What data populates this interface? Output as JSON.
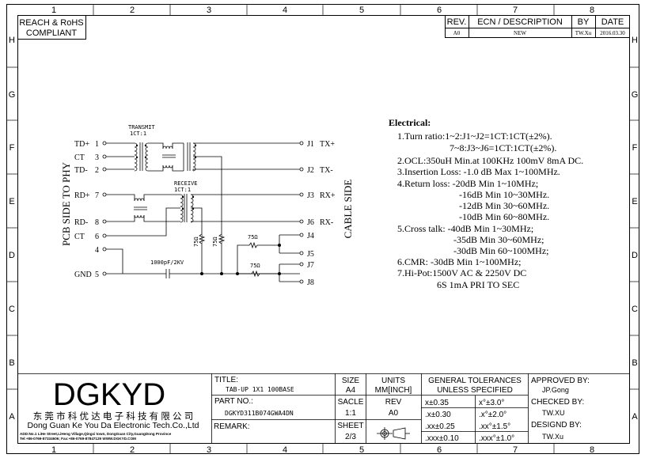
{
  "frame": {
    "columns": [
      "1",
      "2",
      "3",
      "4",
      "5",
      "6",
      "7",
      "8"
    ],
    "rows": [
      "H",
      "G",
      "F",
      "E",
      "D",
      "C",
      "B",
      "A"
    ]
  },
  "compliance": {
    "line1": "REACH & RoHS",
    "line2": "COMPLIANT"
  },
  "revision_table": {
    "headers": [
      "REV.",
      "ECN / DESCRIPTION",
      "BY",
      "DATE"
    ],
    "rows": [
      [
        "A0",
        "NEW",
        "TW.Xu",
        "2016.03.30"
      ]
    ]
  },
  "schematic": {
    "transmit_label": "TRANSMIT",
    "transmit_ratio": "1CT:1",
    "receive_label": "RECEIVE",
    "receive_ratio": "1CT:1",
    "pcb_side": "PCB SIDE TO PHY",
    "cable_side": "CABLE SIDE",
    "left_pins": [
      {
        "name": "TD+",
        "num": "1"
      },
      {
        "name": "CT",
        "num": "3"
      },
      {
        "name": "TD-",
        "num": "2"
      },
      {
        "name": "RD+",
        "num": "7"
      },
      {
        "name": "RD-",
        "num": "8"
      },
      {
        "name": "CT",
        "num": "6"
      },
      {
        "name": "",
        "num": "4"
      },
      {
        "name": "GND",
        "num": "5"
      }
    ],
    "right_pins": [
      {
        "name": "J1",
        "sig": "TX+"
      },
      {
        "name": "J2",
        "sig": "TX-"
      },
      {
        "name": "J3",
        "sig": "RX+"
      },
      {
        "name": "J6",
        "sig": "RX-"
      },
      {
        "name": "J4",
        "sig": ""
      },
      {
        "name": "J5",
        "sig": ""
      },
      {
        "name": "J7",
        "sig": ""
      },
      {
        "name": "J8",
        "sig": ""
      }
    ],
    "resistor": "75Ω",
    "capacitor": "1000pF/2KV"
  },
  "electrical": {
    "title": "Electrical:",
    "lines": [
      "1.Turn ratio:1~2:J1~J2=1CT:1CT(±2%).",
      "7~8:J3~J6=1CT:1CT(±2%).",
      "2.OCL:350uH Min.at 100KHz 100mV 8mA DC.",
      "3.Insertion Loss: -1.0 dB Max 1~100MHz.",
      "4.Return loss: -20dB Min 1~10MHz;",
      "-16dB Min 10~30MHz.",
      "-12dB Min 30~60MHz.",
      "-10dB Min 60~80MHz.",
      "5.Cross talk: -40dB Min 1~30MHz;",
      "-35dB Min 30~60MHz;",
      "-30dB Min 60~100MHz;",
      "6.CMR: -30dB Min 1~100MHz;",
      "7.Hi-Pot:1500V AC & 2250V DC",
      "6S 1mA PRI TO SEC"
    ]
  },
  "title_block": {
    "logo": "DGKYD",
    "company_cn": "东 莞 市 科 优 达 电 子 科 技 有 限 公 司",
    "company_en": "Dong Guan Ke You Da Electronic Tech.Co.,Ltd",
    "address": "ADD:No.1 LiHe Street,LiHeng Village,Qingxi town, DongGuan City,GuangDong Province",
    "contact": "Tel:+86-0769-87334606; Fax:+86-0769-87847129  WWW.DGKYD.COM",
    "title_label": "TITLE:",
    "title": "TAB-UP  1X1  100BASE",
    "part_label": "PART NO.:",
    "part_no": "DGKYD311B074GWA4DN",
    "remark_label": "REMARK:",
    "size_label": "SIZE",
    "size": "A4",
    "units_label": "UNITS",
    "units": "MM[INCH]",
    "scale_label": "SACLE",
    "scale": "1:1",
    "rev_label": "REV",
    "rev": "A0",
    "sheet_label": "SHEET",
    "sheet": "2/3",
    "tol_title1": "GENERAL TOLERANCES",
    "tol_title2": "UNLESS SPECIFIED",
    "tolerances": [
      [
        "x±0.35",
        "x°±3.0°"
      ],
      [
        ".x±0.30",
        ".x°±2.0°"
      ],
      [
        ".xx±0.25",
        ".xx°±1.5°"
      ],
      [
        ".xxx±0.10",
        ".xxx°±1.0°"
      ]
    ],
    "approved_label": "APPROVED BY:",
    "approved": "JP.Gong",
    "checked_label": "CHECKED BY:",
    "checked": "TW.XU",
    "designed_label": "DESIGND BY:",
    "designed": "TW.Xu"
  }
}
